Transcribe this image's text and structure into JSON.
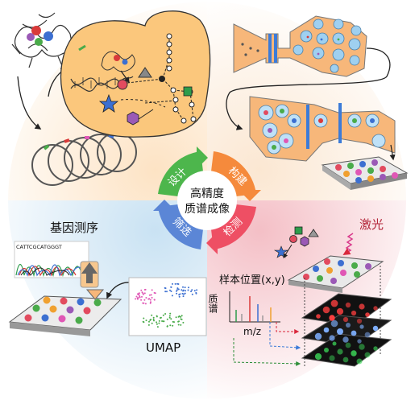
{
  "center": {
    "line1": "高精度",
    "line2": "质谱成像"
  },
  "ring": {
    "top_left": "设计",
    "top_right": "构建",
    "bottom_right": "检测",
    "bottom_left": "筛选"
  },
  "labels": {
    "sequencing": "基因测序",
    "sequence_read": "CATTCGCATGGGT",
    "umap": "UMAP",
    "laser": "激光",
    "sample_position": "样本位置(x,y)",
    "mass_spec": "质谱",
    "mz": "m/z"
  },
  "colors": {
    "design_bg": "#ffd9b0",
    "build_bg": "#fde8cf",
    "detect_bg": "#f6c8cd",
    "screen_bg": "#cfe6f5",
    "green": "#4db64c",
    "orange": "#f58a3c",
    "red": "#ee4f64",
    "blue": "#5b86d6"
  }
}
